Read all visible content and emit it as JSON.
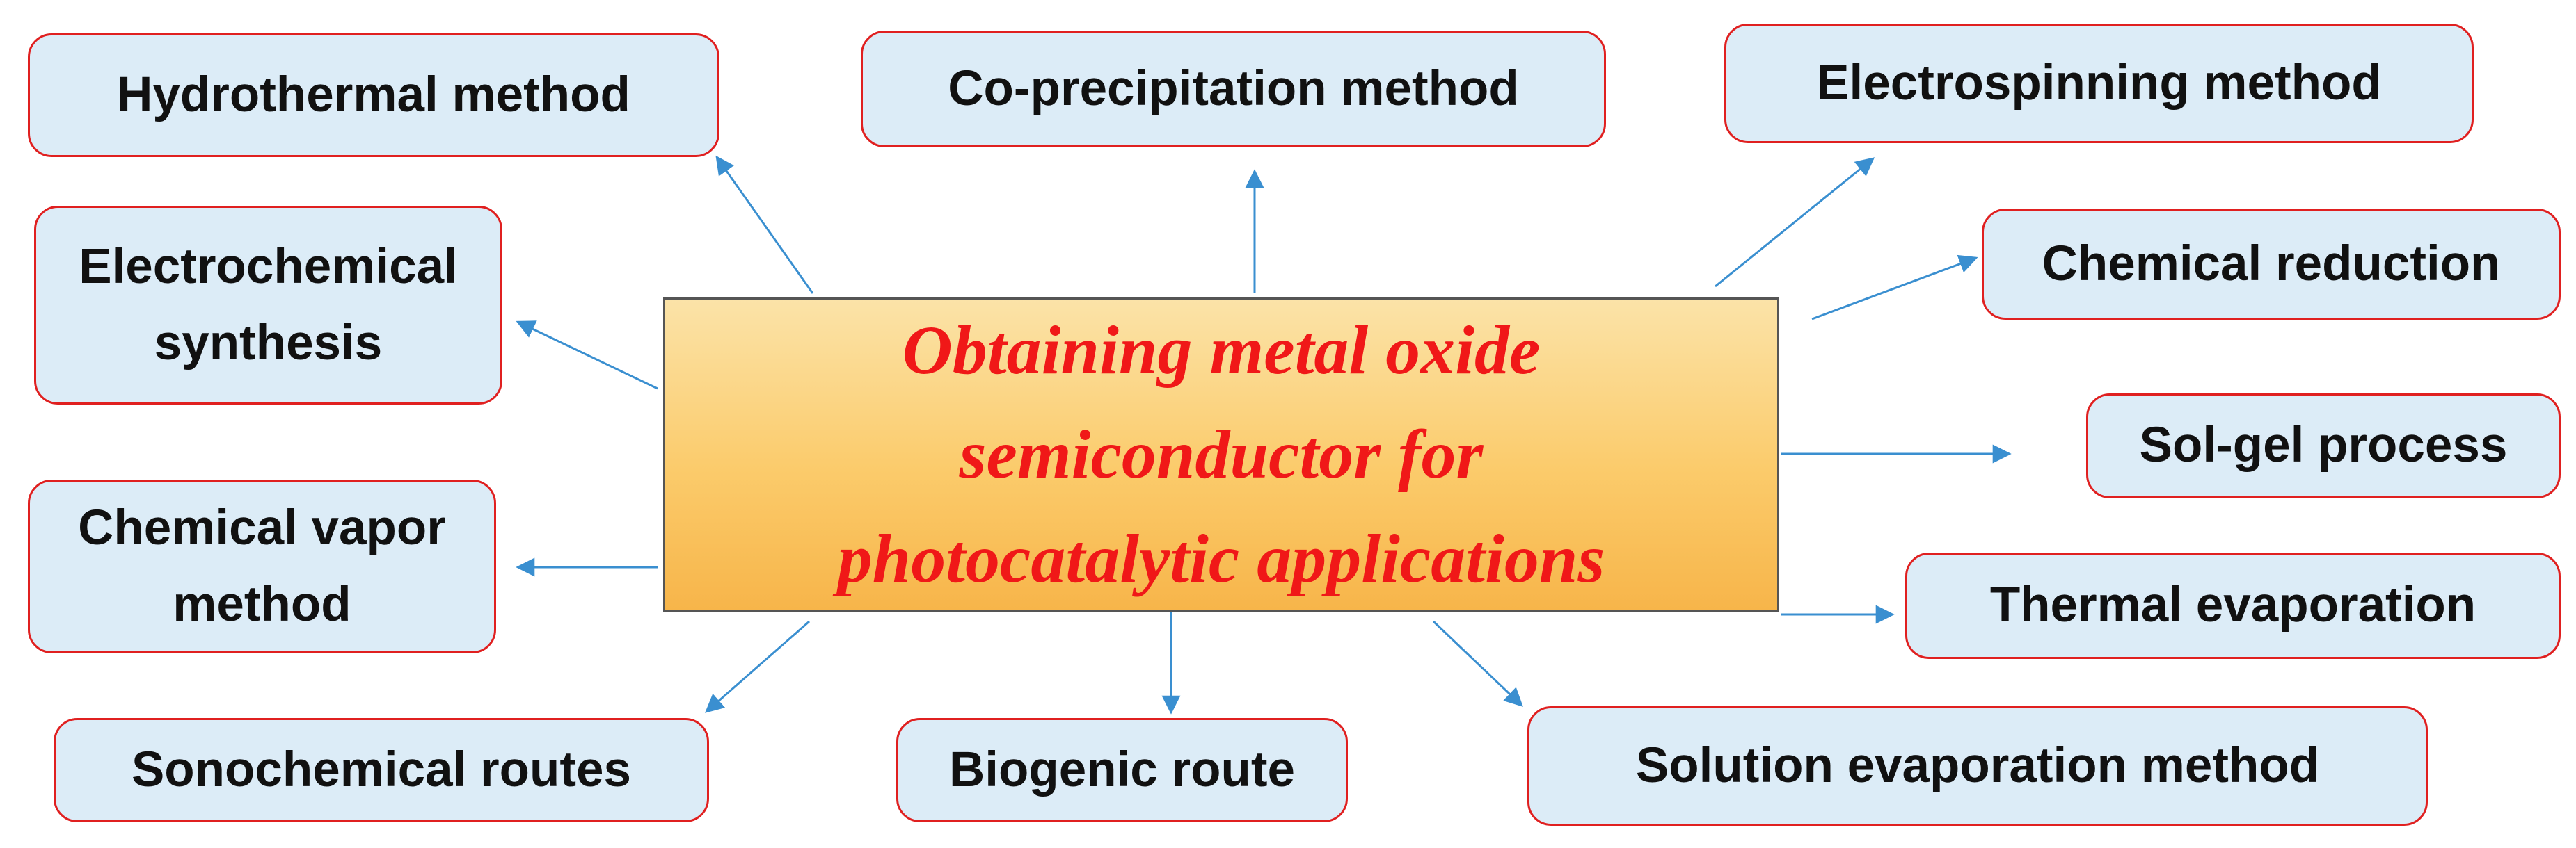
{
  "center_title": "Obtaining metal oxide\nsemiconductor for\nphotocatalytic applications",
  "methods": [
    "Hydrothermal method",
    "Co-precipitation method",
    "Electrospinning method",
    "Electrochemical\nsynthesis",
    "Chemical reduction",
    "Sol-gel process",
    "Chemical vapor\nmethod",
    "Thermal evaporation",
    "Sonochemical routes",
    "Biogenic route",
    "Solution evaporation method"
  ],
  "colors": {
    "box_fill": "#dcecf7",
    "box_border": "#e02020",
    "center_text": "#f01818",
    "arrow": "#3a8fd0"
  }
}
